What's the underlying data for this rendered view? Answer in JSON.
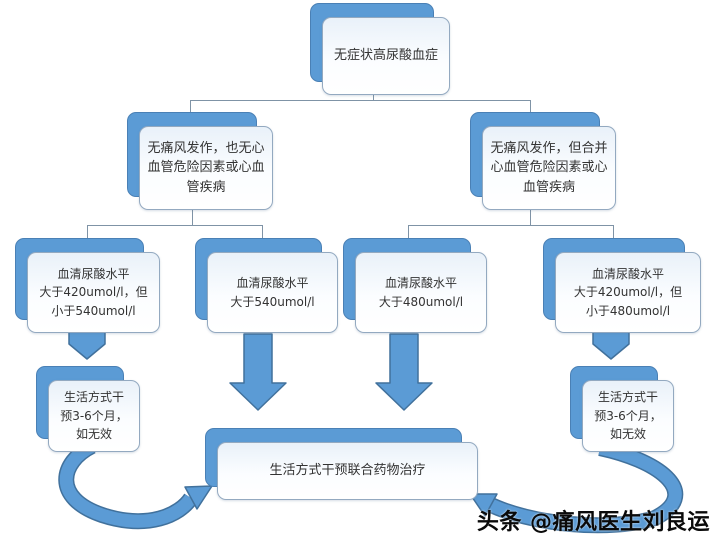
{
  "diagram": {
    "nodes": {
      "root": {
        "lines": [
          "无症状高尿酸血症"
        ]
      },
      "left_branch": {
        "lines": [
          "无痛风发作，也无心",
          "血管危险因素或心血",
          "管疾病"
        ]
      },
      "right_branch": {
        "lines": [
          "无痛风发作，但合并",
          "心血管危险因素或心",
          "血管疾病"
        ]
      },
      "ua_420_540": {
        "lines": [
          "血清尿酸水平",
          "大于420umol/l，但",
          "小于540umol/l"
        ]
      },
      "ua_540": {
        "lines": [
          "血清尿酸水平",
          "大于540umol/l"
        ]
      },
      "ua_480": {
        "lines": [
          "血清尿酸水平",
          "大于480umol/l"
        ]
      },
      "ua_420_480": {
        "lines": [
          "血清尿酸水平",
          "大于420umol/l，但",
          "小于480umol/l"
        ]
      },
      "lifestyle_left": {
        "lines": [
          "生活方式干",
          "预3-6个月，",
          "如无效"
        ]
      },
      "lifestyle_right": {
        "lines": [
          "生活方式干",
          "预3-6个月，",
          "如无效"
        ]
      },
      "combined": {
        "lines": [
          "生活方式干预联合药物治疗"
        ]
      }
    },
    "watermark": "头条 @痛风医生刘良运",
    "colors": {
      "panel_fill": "#5b9bd5",
      "panel_border": "#41719c",
      "card_fill": "#f7fafd",
      "card_border": "#93a9c0",
      "connector": "#7f93a6",
      "arrow_fill": "#5b9bd5",
      "arrow_border": "#41719c",
      "text": "#333333",
      "watermark_text": "#0a0a0a",
      "background": "#ffffff"
    }
  }
}
